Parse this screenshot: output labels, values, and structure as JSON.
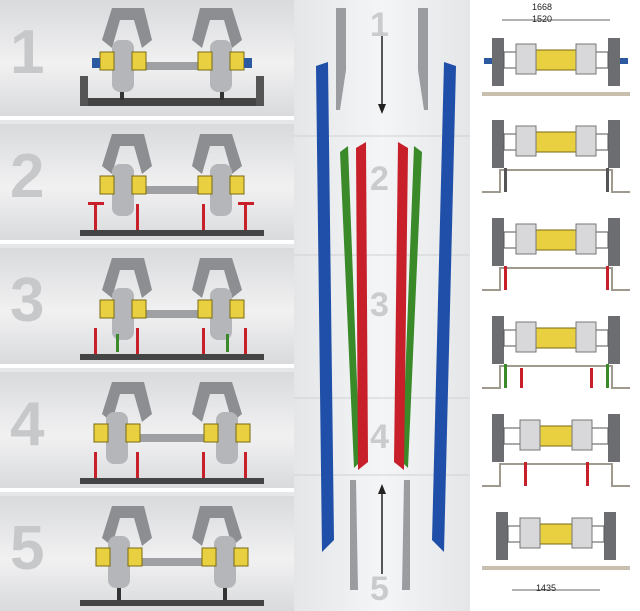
{
  "steps": [
    {
      "number": "1"
    },
    {
      "number": "2"
    },
    {
      "number": "3"
    },
    {
      "number": "4"
    },
    {
      "number": "5"
    }
  ],
  "middle_numbers": [
    "1",
    "2",
    "3",
    "4",
    "5"
  ],
  "dimensions": {
    "top_outer": "1668",
    "top_inner": "1520",
    "bottom": "1435"
  },
  "colors": {
    "blue_rail": "#1f4fa8",
    "red_rail": "#c8202a",
    "green_rail": "#3a8a2a",
    "gray_rail": "#9a9ca0",
    "axle_yellow": "#e8d040"
  }
}
